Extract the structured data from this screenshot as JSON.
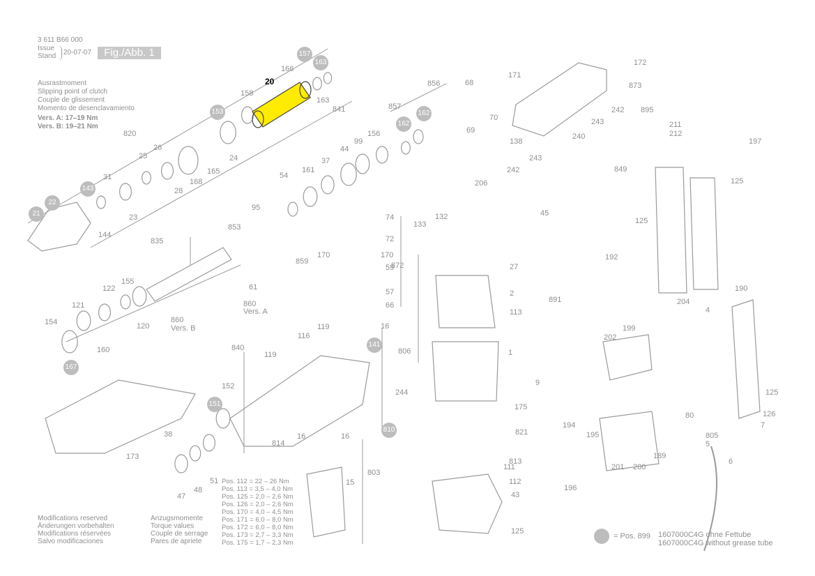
{
  "header": {
    "doc_number": "3 611 B66 000",
    "issue_top": "Issue",
    "issue_bottom": "Stand",
    "date": "20-07-07",
    "fig_label": "Fig./Abb. 1"
  },
  "clutch_notes": {
    "lines": [
      "Ausrastmoment",
      "Slipping point of clutch",
      "Couple de glissement",
      "Momento de desenclavamiento"
    ],
    "vers_a": "Vers. A: 17–19 Nm",
    "vers_b": "Vers. B: 19–21 Nm"
  },
  "part_labels": [
    {
      "id": "p166",
      "text": "166"
    },
    {
      "id": "p20",
      "text": "20"
    },
    {
      "id": "p158",
      "text": "158"
    },
    {
      "id": "p163a",
      "text": "163"
    },
    {
      "id": "p841",
      "text": "841"
    },
    {
      "id": "p820",
      "text": "820"
    },
    {
      "id": "p25",
      "text": "25"
    },
    {
      "id": "p26",
      "text": "26"
    },
    {
      "id": "p24",
      "text": "24"
    },
    {
      "id": "p165",
      "text": "165"
    },
    {
      "id": "p168",
      "text": "168"
    },
    {
      "id": "p28",
      "text": "28"
    },
    {
      "id": "p31",
      "text": "31"
    },
    {
      "id": "p23",
      "text": "23"
    },
    {
      "id": "p144",
      "text": "144"
    },
    {
      "id": "p835",
      "text": "835"
    },
    {
      "id": "p155",
      "text": "155"
    },
    {
      "id": "p122",
      "text": "122"
    },
    {
      "id": "p121",
      "text": "121"
    },
    {
      "id": "p120",
      "text": "120"
    },
    {
      "id": "p154",
      "text": "154"
    },
    {
      "id": "p160",
      "text": "160"
    },
    {
      "id": "p860",
      "text": "860"
    },
    {
      "id": "p860b",
      "text": "Vers. B"
    },
    {
      "id": "p840",
      "text": "840"
    },
    {
      "id": "p152",
      "text": "152"
    },
    {
      "id": "p38",
      "text": "38"
    },
    {
      "id": "p173",
      "text": "173"
    },
    {
      "id": "p47",
      "text": "47"
    },
    {
      "id": "p48",
      "text": "48"
    },
    {
      "id": "p51",
      "text": "51"
    },
    {
      "id": "p856",
      "text": "856"
    },
    {
      "id": "p68",
      "text": "68"
    },
    {
      "id": "p70",
      "text": "70"
    },
    {
      "id": "p69",
      "text": "69"
    },
    {
      "id": "p857",
      "text": "857"
    },
    {
      "id": "p156",
      "text": "156"
    },
    {
      "id": "p99",
      "text": "99"
    },
    {
      "id": "p44",
      "text": "44"
    },
    {
      "id": "p37",
      "text": "37"
    },
    {
      "id": "p161",
      "text": "161"
    },
    {
      "id": "p54",
      "text": "54"
    },
    {
      "id": "p95",
      "text": "95"
    },
    {
      "id": "p853",
      "text": "853"
    },
    {
      "id": "p74",
      "text": "74"
    },
    {
      "id": "p72",
      "text": "72"
    },
    {
      "id": "p170a",
      "text": "170"
    },
    {
      "id": "p170b",
      "text": "170"
    },
    {
      "id": "p859",
      "text": "859"
    },
    {
      "id": "p59",
      "text": "59"
    },
    {
      "id": "p872",
      "text": "872"
    },
    {
      "id": "p61",
      "text": "61"
    },
    {
      "id": "p57",
      "text": "57"
    },
    {
      "id": "p860a",
      "text": "860"
    },
    {
      "id": "p860va",
      "text": "Vers. A"
    },
    {
      "id": "p66",
      "text": "66"
    },
    {
      "id": "p119a",
      "text": "119"
    },
    {
      "id": "p116",
      "text": "116"
    },
    {
      "id": "p16a",
      "text": "16"
    },
    {
      "id": "p119b",
      "text": "119"
    },
    {
      "id": "p814",
      "text": "814"
    },
    {
      "id": "p16b",
      "text": "16"
    },
    {
      "id": "p16c",
      "text": "16"
    },
    {
      "id": "p803",
      "text": "803"
    },
    {
      "id": "p15",
      "text": "15"
    },
    {
      "id": "p171",
      "text": "171"
    },
    {
      "id": "p172",
      "text": "172"
    },
    {
      "id": "p873",
      "text": "873"
    },
    {
      "id": "p895",
      "text": "895"
    },
    {
      "id": "p211",
      "text": "211"
    },
    {
      "id": "p212",
      "text": "212"
    },
    {
      "id": "p197",
      "text": "197"
    },
    {
      "id": "p138",
      "text": "138"
    },
    {
      "id": "p242a",
      "text": "242"
    },
    {
      "id": "p243a",
      "text": "243"
    },
    {
      "id": "p240",
      "text": "240"
    },
    {
      "id": "p243b",
      "text": "243"
    },
    {
      "id": "p242b",
      "text": "242"
    },
    {
      "id": "p849",
      "text": "849"
    },
    {
      "id": "p45",
      "text": "45"
    },
    {
      "id": "p206",
      "text": "206"
    },
    {
      "id": "p133",
      "text": "133"
    },
    {
      "id": "p132",
      "text": "132"
    },
    {
      "id": "p125a",
      "text": "125"
    },
    {
      "id": "p125b",
      "text": "125"
    },
    {
      "id": "p204",
      "text": "204"
    },
    {
      "id": "p27",
      "text": "27"
    },
    {
      "id": "p2",
      "text": "2"
    },
    {
      "id": "p113",
      "text": "113"
    },
    {
      "id": "p192",
      "text": "192"
    },
    {
      "id": "p891",
      "text": "891"
    },
    {
      "id": "p190",
      "text": "190"
    },
    {
      "id": "p4",
      "text": "4"
    },
    {
      "id": "p125c",
      "text": "125"
    },
    {
      "id": "p126",
      "text": "126"
    },
    {
      "id": "p7",
      "text": "7"
    },
    {
      "id": "p805",
      "text": "805"
    },
    {
      "id": "p5",
      "text": "5"
    },
    {
      "id": "p6",
      "text": "6"
    },
    {
      "id": "p202",
      "text": "202"
    },
    {
      "id": "p199",
      "text": "199"
    },
    {
      "id": "p80",
      "text": "80"
    },
    {
      "id": "p806",
      "text": "806"
    },
    {
      "id": "p1",
      "text": "1"
    },
    {
      "id": "p9",
      "text": "9"
    },
    {
      "id": "p244",
      "text": "244"
    },
    {
      "id": "p175a",
      "text": "175"
    },
    {
      "id": "p821",
      "text": "821"
    },
    {
      "id": "p813",
      "text": "813"
    },
    {
      "id": "p111",
      "text": "111"
    },
    {
      "id": "p112",
      "text": "112"
    },
    {
      "id": "p43",
      "text": "43"
    },
    {
      "id": "p125d",
      "text": "125"
    },
    {
      "id": "p194",
      "text": "194"
    },
    {
      "id": "p195",
      "text": "195"
    },
    {
      "id": "p201",
      "text": "201"
    },
    {
      "id": "p200",
      "text": "200"
    },
    {
      "id": "p189",
      "text": "189"
    },
    {
      "id": "p196",
      "text": "196"
    }
  ],
  "circle_labels": [
    {
      "id": "c157",
      "text": "157"
    },
    {
      "id": "c163",
      "text": "163"
    },
    {
      "id": "c153",
      "text": "153"
    },
    {
      "id": "c162a",
      "text": "162"
    },
    {
      "id": "c162b",
      "text": "162"
    },
    {
      "id": "c143",
      "text": "143"
    },
    {
      "id": "c22",
      "text": "22"
    },
    {
      "id": "c21",
      "text": "21"
    },
    {
      "id": "c167",
      "text": "167"
    },
    {
      "id": "c141",
      "text": "141"
    },
    {
      "id": "c151",
      "text": "151"
    },
    {
      "id": "c810",
      "text": "810"
    }
  ],
  "torque_values": {
    "labels": [
      "Anzugsmomente",
      "Torque values",
      "Couple de serrage",
      "Pares de apriete"
    ],
    "positions": [
      "Pos. 112 = 22 – 26 Nm",
      "Pos. 113 = 3,5 – 4,0 Nm",
      "Pos. 125 = 2,0 – 2,6 Nm",
      "Pos. 126 = 2,0 – 2,6 Nm",
      "Pos. 170 = 4,0 – 4,5 Nm",
      "Pos. 171 = 6,0 – 8,0 Nm",
      "Pos. 172 = 6,0 – 8,0 Nm",
      "Pos. 173 = 2,7 – 3,3 Nm",
      "Pos. 175 = 1,7 – 2,3 Nm"
    ]
  },
  "modifications": [
    "Modifications reserved",
    "Änderungen vorbehalten",
    "Modifications réservées",
    "Salvo modificaciones"
  ],
  "legend": {
    "pos_text": "= Pos. 899",
    "line1": "1607000C4G ohne Fettube",
    "line2": "1607000C4G without grease tube"
  },
  "highlight": {
    "part": "20",
    "color": "#ffeb00"
  },
  "colors": {
    "line": "#9a9a9a",
    "circle": "#bdbdbd",
    "highlight": "#ffeb00"
  }
}
